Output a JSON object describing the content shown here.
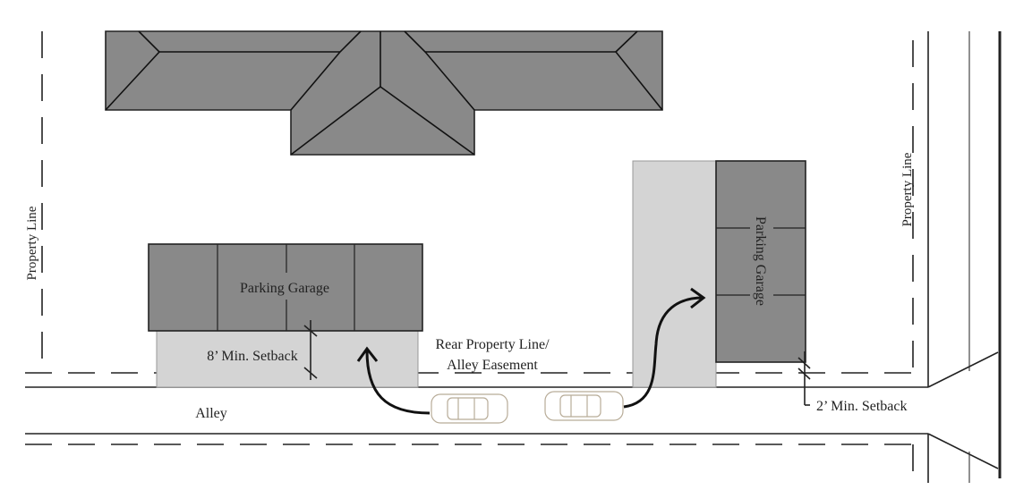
{
  "labels": {
    "property_line_left": "Property Line",
    "property_line_right": "Property Line",
    "garage_left": "Parking Garage",
    "garage_right": "Parking Garage",
    "setback_8": "8’ Min. Setback",
    "setback_2": "2’ Min. Setback",
    "rear_line_1": "Rear Property Line/",
    "rear_line_2": "Alley Easement",
    "alley": "Alley"
  },
  "colors": {
    "building": "#898989",
    "setback_fill": "#d4d4d4",
    "line": "#222222"
  }
}
